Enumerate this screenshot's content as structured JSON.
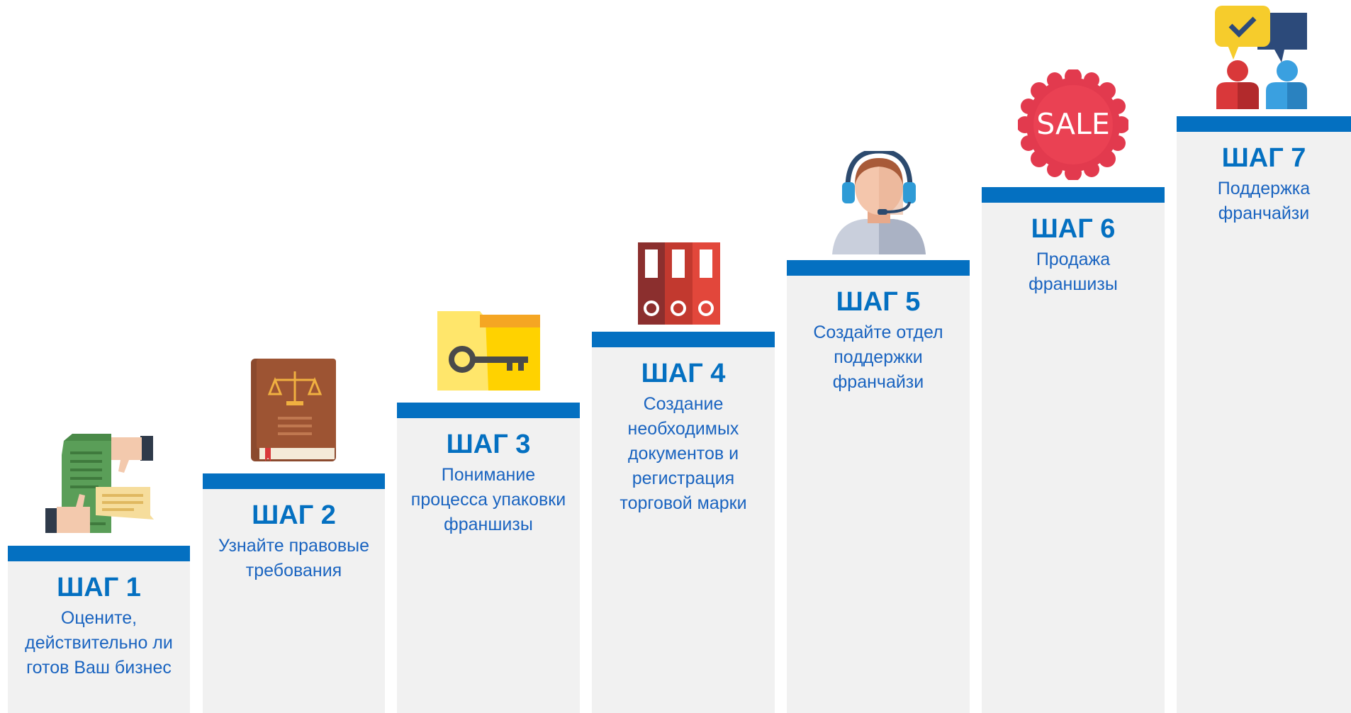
{
  "steps": [
    {
      "id": "s1",
      "title": "ШАГ 1",
      "lines": [
        "Оцените,",
        "действительно ли",
        "готов Ваш бизнес"
      ]
    },
    {
      "id": "s2",
      "title": "ШАГ 2",
      "lines": [
        "Узнайте правовые",
        "требования"
      ]
    },
    {
      "id": "s3",
      "title": "ШАГ 3",
      "lines": [
        "Понимание",
        "процесса упаковки",
        "франшизы"
      ]
    },
    {
      "id": "s4",
      "title": "ШАГ 4",
      "lines": [
        "Создание",
        "необходимых",
        "документов и",
        "регистрация",
        "торговой марки"
      ]
    },
    {
      "id": "s5",
      "title": "ШАГ 5",
      "lines": [
        "Создайте отдел",
        "поддержки",
        "франчайзи"
      ]
    },
    {
      "id": "s6",
      "title": "ШАГ 6",
      "lines": [
        "Продажа",
        "франшизы"
      ]
    },
    {
      "id": "s7",
      "title": "ШАГ 7",
      "lines": [
        "Поддержка",
        "франчайзи"
      ]
    }
  ],
  "icons": {
    "s1": "handshake-document-icon",
    "s2": "law-book-icon",
    "s3": "key-folder-icon",
    "s4": "binders-icon",
    "s5": "support-operator-icon",
    "s6": "sale-badge-icon",
    "s7": "people-chat-icon"
  },
  "sale_text": "SALE",
  "colors": {
    "accent": "#0470c1",
    "panel": "#f1f1f1",
    "text": "#1a64c0"
  }
}
